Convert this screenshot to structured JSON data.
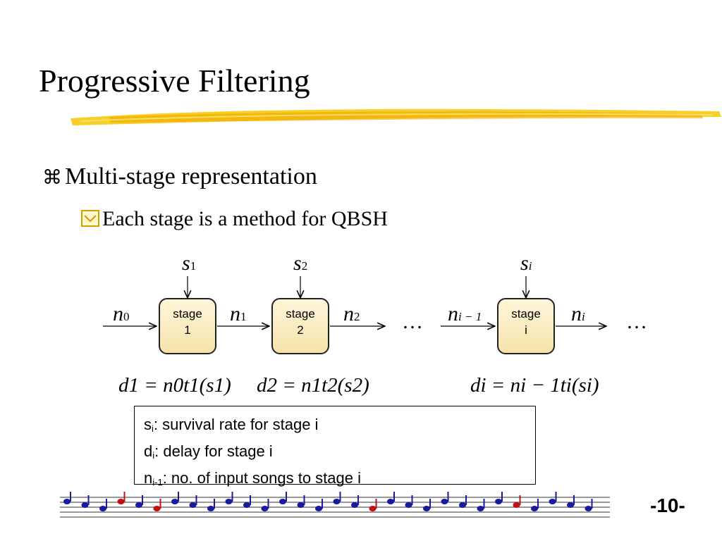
{
  "slide": {
    "title": "Progressive Filtering",
    "bullet1": "Multi-stage representation",
    "bullet2": "Each stage is a method for QBSH",
    "page_number": "-10-"
  },
  "diagram": {
    "stages": [
      {
        "line1": "stage",
        "line2": "1",
        "survival": "s",
        "survival_sub": "1",
        "input": "n",
        "input_sub": "0",
        "output": "n",
        "output_sub": "1"
      },
      {
        "line1": "stage",
        "line2": "2",
        "survival": "s",
        "survival_sub": "2",
        "input": "n",
        "input_sub": "1",
        "output": "n",
        "output_sub": "2"
      },
      {
        "line1": "stage",
        "line2": "i",
        "survival": "s",
        "survival_sub": "i",
        "input": "n",
        "input_sub": "i − 1",
        "output": "n",
        "output_sub": "i"
      }
    ],
    "ellipsis": "…",
    "formulas": [
      "d1 = n0t1(s1)",
      "d2 = n1t2(s2)",
      "di = ni − 1ti(si)"
    ]
  },
  "legend": {
    "lines": [
      {
        "sym": "s",
        "sub": "i",
        "text": ": survival rate for stage i"
      },
      {
        "sym": "d",
        "sub": "i",
        "text": ": delay for stage i"
      },
      {
        "sym": "n",
        "sub": "i-1",
        "text": ": no. of input songs to stage i"
      }
    ]
  },
  "colors": {
    "underline": "#f2c200",
    "stage_box": "#fbefc8",
    "stage_border": "#222222",
    "note_blue": "#1a1aa0",
    "note_red": "#c01010"
  }
}
